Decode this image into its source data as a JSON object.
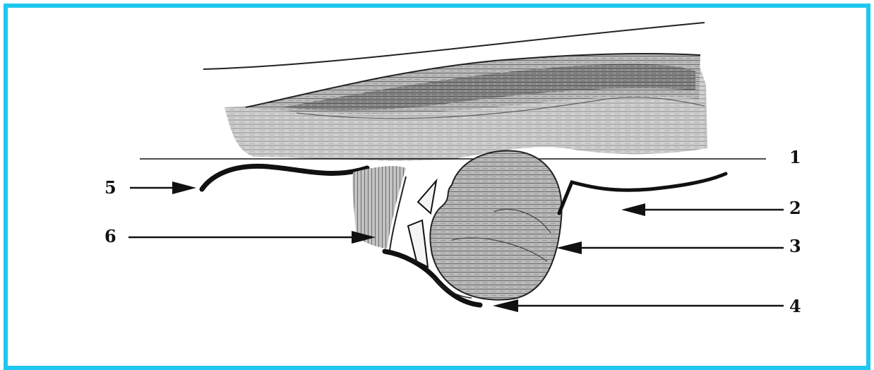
{
  "frame": {
    "border_color": "#1ec8f0"
  },
  "diagram": {
    "labels": [
      {
        "id": "1",
        "text": "1"
      },
      {
        "id": "2",
        "text": "2"
      },
      {
        "id": "3",
        "text": "3"
      },
      {
        "id": "4",
        "text": "4"
      },
      {
        "id": "5",
        "text": "5"
      },
      {
        "id": "6",
        "text": "6"
      }
    ]
  }
}
